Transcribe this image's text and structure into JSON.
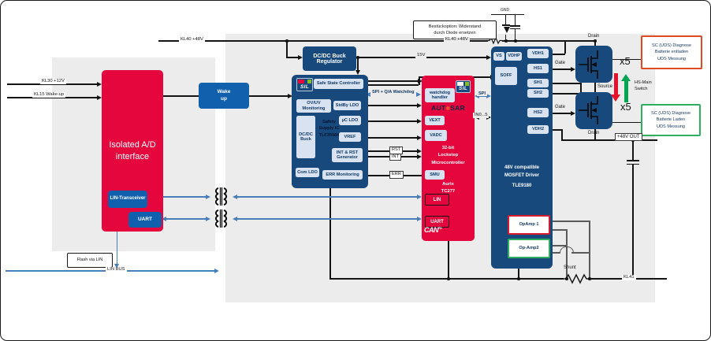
{
  "blocks": {
    "isolated_ad": {
      "l1": "Isolated A/D",
      "l2": "interface",
      "lin": "LIN-Transceiver",
      "uart": "UART"
    },
    "wake": {
      "l1": "Wake",
      "l2": "up"
    },
    "buck_reg": "DC/DC Buck Regulator",
    "safety": {
      "sil": "SIL",
      "ssc": "Safe State Controller",
      "ovuv": "OV/UV Monitoring",
      "stdby": "StdBy LDO",
      "buck": "DC/DC Buck",
      "n1": "Safety",
      "n2": "Supply IC",
      "n3": "TLF35584",
      "ucldo": "µC LDO",
      "vref": "VREF",
      "intrst": "INT & RST Generator",
      "comldo": "Com LDO",
      "errmon": "ERR Monitoring"
    },
    "mcu": {
      "sil": "SIL",
      "wd1": "watchdog",
      "wd2": "handler",
      "aut": "AUT",
      "star": "✱",
      "sar": "SAR",
      "vext": "VEXT",
      "vadc": "VADC",
      "c1": "32-bit",
      "c2": "Lockstep",
      "c3": "Microcontroller",
      "smu": "SMU",
      "a1": "Aurix",
      "a2": "TC277",
      "lin": "LIN",
      "uart": "UART",
      "can": "CAN",
      "canfd": "FD"
    },
    "driver": {
      "vs": "VS",
      "vdhp": "VDHP",
      "soff": "SOFF",
      "vdh1": "VDH1",
      "hs1": "HS1",
      "sh1": "SH1",
      "sh2": "SH2",
      "hs2": "HS2",
      "vdh2": "VDH2",
      "t1": "48V compatible",
      "t2": "MOSFET Driver",
      "part": "TLE9180",
      "op1": "OpAmp 1",
      "op2": "Op-Amp2"
    },
    "mosfets": {
      "drain_top": "Drain",
      "source": "Source",
      "drain_bottom": "Drain",
      "gate_top": "Gate",
      "gate_bottom": "Gate",
      "x5_top": "x5",
      "x5_bottom": "x5",
      "hsmain1": "HS-Main",
      "hsmain2": "Switch"
    }
  },
  "notes": {
    "bestueck1": "Bestückoption: Widerstand",
    "bestueck2": "durch Diode ersetzen",
    "diag_discharge": {
      "d1": "SC (UDS) Diagnose",
      "d2": "Batterie entladen",
      "d3": "UDS Messung"
    },
    "diag_charge": {
      "d1": "SC (UDS) Diagnose",
      "d2": "Batterie Laden",
      "d3": "UDS Messung"
    },
    "flash": "Flash via LIN"
  },
  "signals": {
    "kl30": "KL30 +12V",
    "kl15": "KL15 Wake-up",
    "kl40a": "KL40 +48V",
    "kl40b": "KL40 +48V",
    "v15": "15V",
    "gnd": "GND",
    "spiqa": "SPI + Q/A Watchdog",
    "spi": "SPI",
    "in05": "IN0...5",
    "rst": "RST",
    "int": "INT",
    "err": "ERR",
    "out48": "+48V OUT",
    "shunt": "Shunt",
    "kl41": "KL41",
    "linbus": "LIN BUS"
  },
  "colors": {
    "navy": "#17497d",
    "red": "#e4063d",
    "medium_blue": "#1160ae",
    "arrow_blue": "#4a7ebb",
    "panel_gray": "#ececec",
    "light_box": "#d9e2f1",
    "diag_green": "#2fae60",
    "diag_orange": "#e04a22",
    "arrow_red": "#e8112d",
    "arrow_green": "#00a551"
  }
}
